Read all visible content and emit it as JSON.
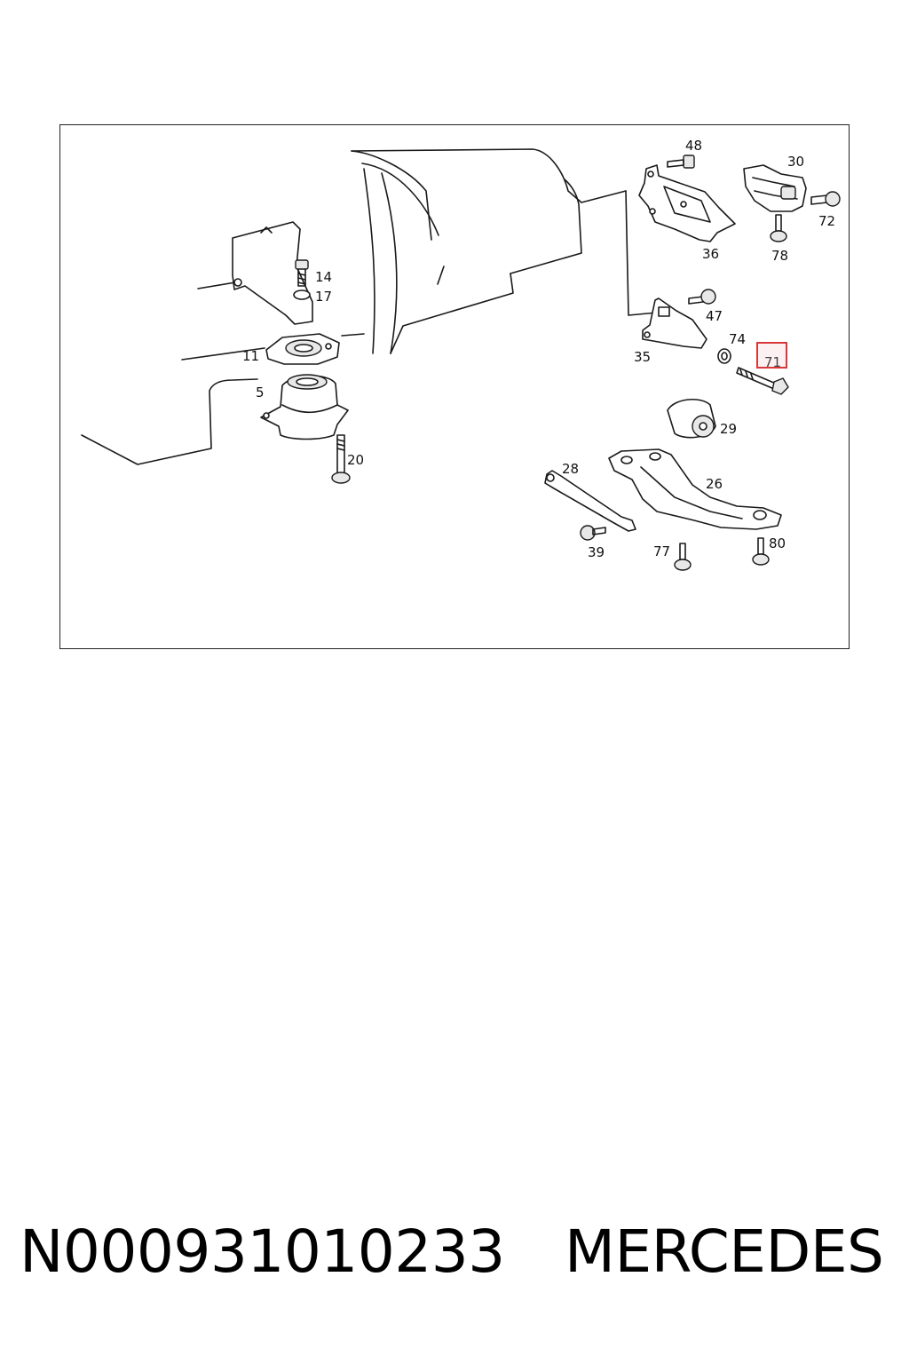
{
  "diagram": {
    "callouts": [
      {
        "id": "48",
        "label": "48"
      },
      {
        "id": "30",
        "label": "30"
      },
      {
        "id": "72",
        "label": "72"
      },
      {
        "id": "36",
        "label": "36"
      },
      {
        "id": "78",
        "label": "78"
      },
      {
        "id": "14",
        "label": "14"
      },
      {
        "id": "17",
        "label": "17"
      },
      {
        "id": "47",
        "label": "47"
      },
      {
        "id": "74",
        "label": "74"
      },
      {
        "id": "71",
        "label": "71"
      },
      {
        "id": "35",
        "label": "35"
      },
      {
        "id": "11",
        "label": "11"
      },
      {
        "id": "5",
        "label": "5"
      },
      {
        "id": "29",
        "label": "29"
      },
      {
        "id": "20",
        "label": "20"
      },
      {
        "id": "28",
        "label": "28"
      },
      {
        "id": "26",
        "label": "26"
      },
      {
        "id": "39",
        "label": "39"
      },
      {
        "id": "77",
        "label": "77"
      },
      {
        "id": "80",
        "label": "80"
      }
    ],
    "highlighted_callout": "71",
    "highlight_color": "#d9383a"
  },
  "footer": {
    "part_number": "N000931010233",
    "brand": "MERCEDES"
  }
}
